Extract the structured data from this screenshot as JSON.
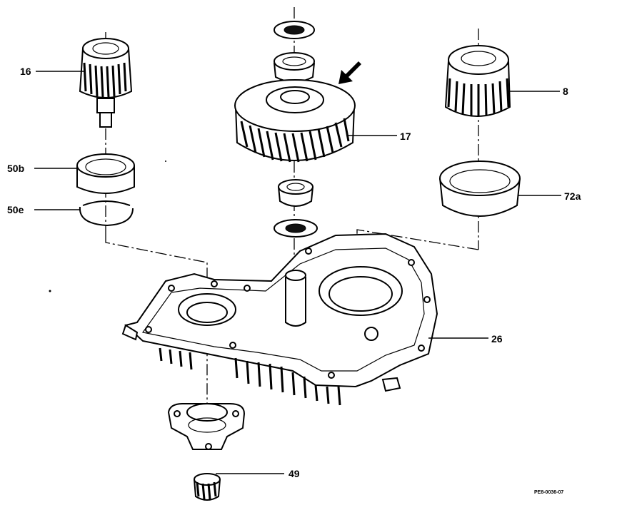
{
  "labels": {
    "part_16": "16",
    "part_17": "17",
    "part_8": "8",
    "part_50b": "50b",
    "part_50e": "50e",
    "part_72a": "72a",
    "part_26": "26",
    "part_49": "49",
    "figure_code": "PE8-0036-07"
  }
}
